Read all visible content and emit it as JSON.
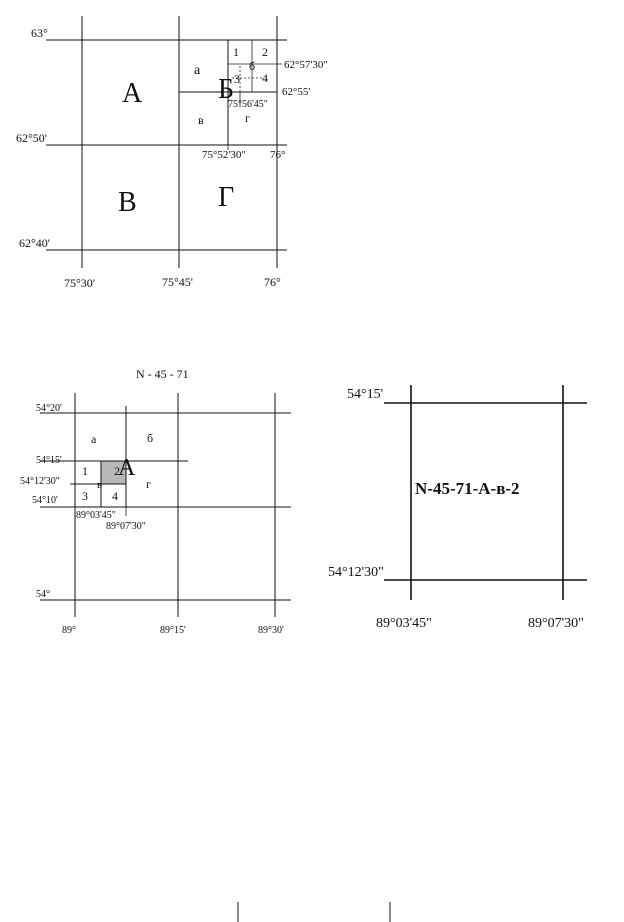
{
  "diagram1": {
    "lat_labels": [
      "63°",
      "62°50'",
      "62°40'"
    ],
    "lon_labels": [
      "75°30'",
      "75°45'",
      "76°"
    ],
    "sheets": [
      "А",
      "Б",
      "В",
      "Г"
    ],
    "sub_sheets": [
      "а",
      "б",
      "в",
      "г"
    ],
    "quads": [
      "1",
      "2",
      "3",
      "4"
    ],
    "inner_lat": [
      "62°57'30\"",
      "62°55'"
    ],
    "inner_lon": [
      "75°56'45\"",
      "75°52'30\"",
      "76°"
    ]
  },
  "diagram2": {
    "title": "N - 45 - 71",
    "lat_labels": [
      "54°20'",
      "54°15'",
      "54°12'30\"",
      "54°10'",
      "54°"
    ],
    "lon_labels": [
      "89°",
      "89°15'",
      "89°30'"
    ],
    "inner_lon": [
      "89°03'45\"",
      "89°07'30\""
    ],
    "sheet": "А",
    "sub_sheets": [
      "а",
      "б",
      "в",
      "г"
    ],
    "quads": [
      "1",
      "2",
      "3",
      "4"
    ],
    "highlight_color": "#b8b8b8"
  },
  "diagram3": {
    "nomenclature": "N-45-71-А-в-2",
    "top_lat": "54°15'",
    "bottom_lat": "54°12'30\"",
    "left_lon": "89°03'45\"",
    "right_lon": "89°07'30\""
  }
}
